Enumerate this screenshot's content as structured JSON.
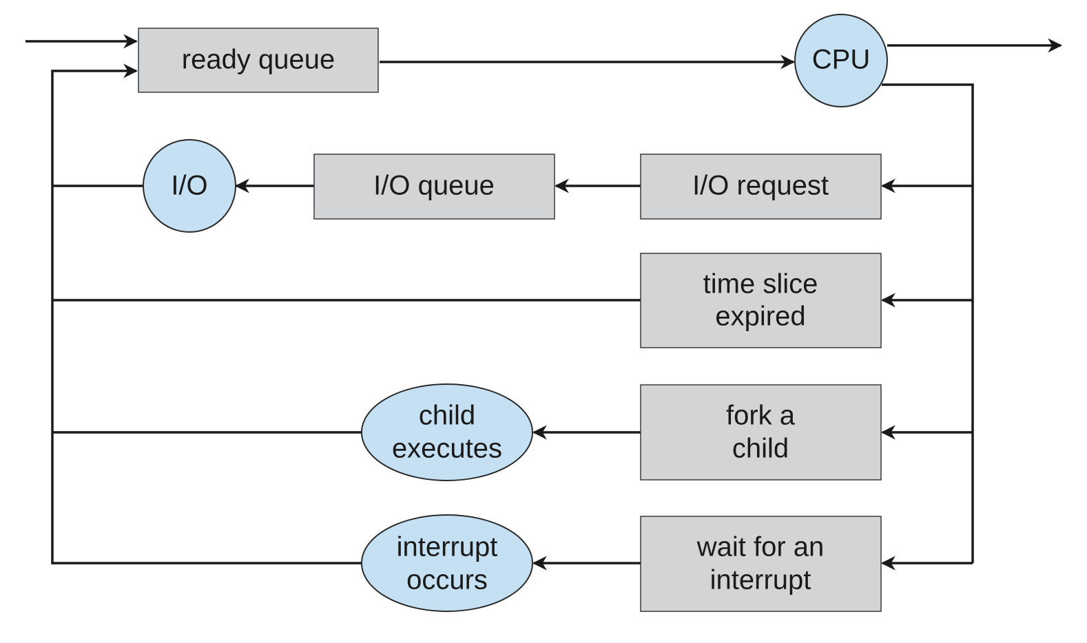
{
  "nodes": {
    "ready_queue": "ready queue",
    "cpu": "CPU",
    "io": "I/O",
    "io_queue": "I/O queue",
    "io_request": "I/O request",
    "time_slice": [
      "time slice",
      "expired"
    ],
    "fork": [
      "fork a",
      "child"
    ],
    "child_exec": [
      "child",
      "executes"
    ],
    "wait_interrupt": [
      "wait for an",
      "interrupt"
    ],
    "interrupt_occurs": [
      "interrupt",
      "occurs"
    ]
  },
  "colors": {
    "box_fill": "#d3d4d6",
    "node_fill": "#c4e0f2",
    "line": "#1a1a1a"
  }
}
